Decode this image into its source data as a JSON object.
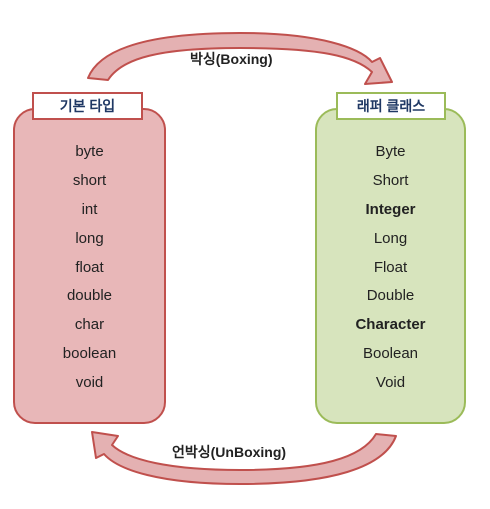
{
  "boxing_label": "박싱(Boxing)",
  "unboxing_label": "언박싱(UnBoxing)",
  "primitive": {
    "title": "기본 타입",
    "items": [
      {
        "text": "byte",
        "bold": false
      },
      {
        "text": "short",
        "bold": false
      },
      {
        "text": "int",
        "bold": false
      },
      {
        "text": "long",
        "bold": false
      },
      {
        "text": "float",
        "bold": false
      },
      {
        "text": "double",
        "bold": false
      },
      {
        "text": "char",
        "bold": false
      },
      {
        "text": "boolean",
        "bold": false
      },
      {
        "text": "void",
        "bold": false
      }
    ]
  },
  "wrapper": {
    "title": "래퍼 클래스",
    "items": [
      {
        "text": "Byte",
        "bold": false
      },
      {
        "text": "Short",
        "bold": false
      },
      {
        "text": "Integer",
        "bold": true
      },
      {
        "text": "Long",
        "bold": false
      },
      {
        "text": "Float",
        "bold": false
      },
      {
        "text": "Double",
        "bold": false
      },
      {
        "text": "Character",
        "bold": true
      },
      {
        "text": "Boolean",
        "bold": false
      },
      {
        "text": "Void",
        "bold": false
      }
    ]
  },
  "colors": {
    "primitive_fill": "#e8b7b8",
    "primitive_border": "#c0504d",
    "wrapper_fill": "#d7e4bd",
    "wrapper_border": "#9bbb59",
    "arrow_fill": "#e4b1b2",
    "arrow_stroke": "#c0504d"
  }
}
